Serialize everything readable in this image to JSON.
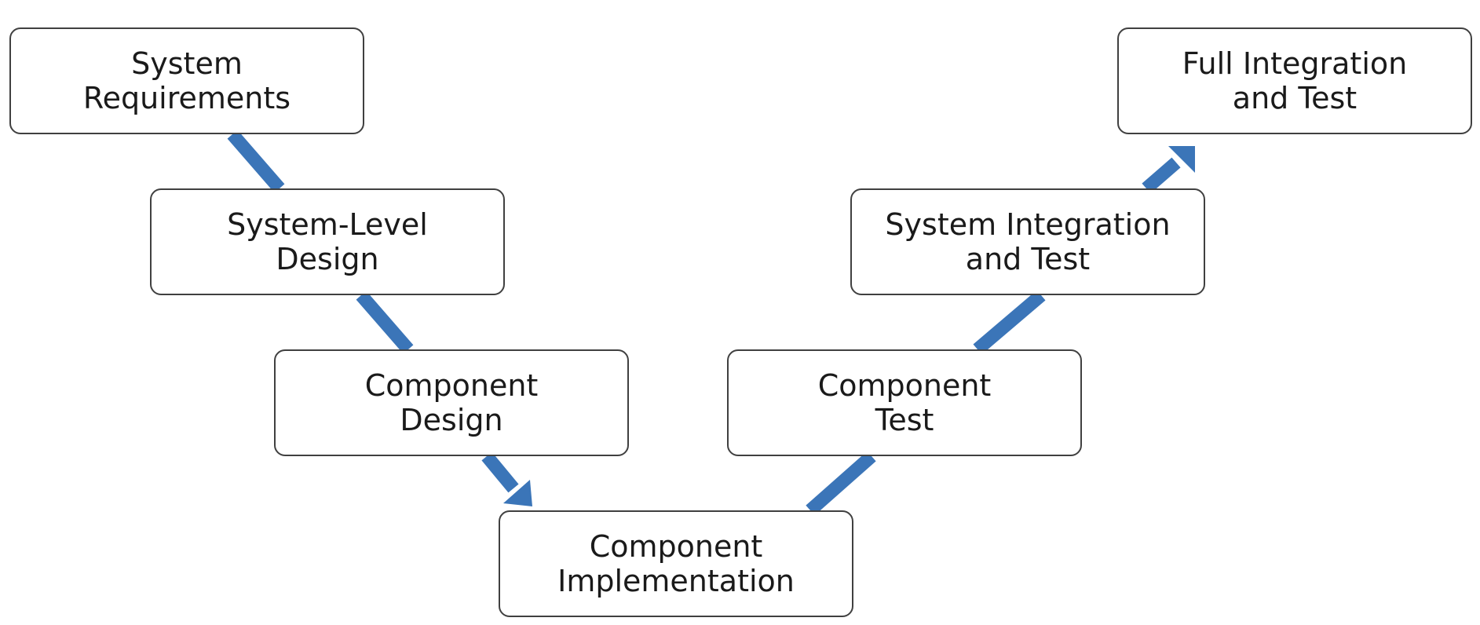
{
  "colors": {
    "arrow": "#3b75b8",
    "box_border": "#404040",
    "text": "#1a1a1a",
    "background": "#ffffff"
  },
  "nodes": {
    "system_requirements": {
      "line1": "System",
      "line2": "Requirements"
    },
    "system_level_design": {
      "line1": "System-Level",
      "line2": "Design"
    },
    "component_design": {
      "line1": "Component",
      "line2": "Design"
    },
    "component_implementation": {
      "line1": "Component",
      "line2": "Implementation"
    },
    "component_test": {
      "line1": "Component",
      "line2": "Test"
    },
    "system_integration_test": {
      "line1": "System Integration",
      "line2": "and Test"
    },
    "full_integration_test": {
      "line1": "Full Integration",
      "line2": "and Test"
    }
  }
}
